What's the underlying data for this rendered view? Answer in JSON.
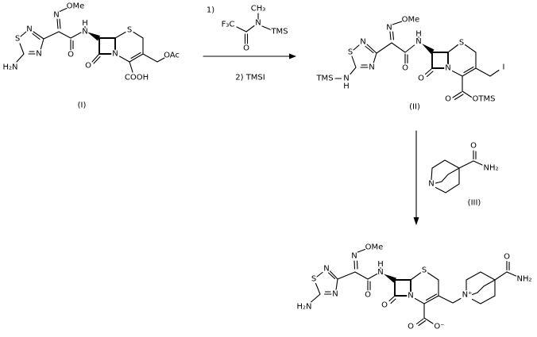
{
  "scheme": {
    "compounds": {
      "I": "(I)",
      "II": "(II)",
      "III": "(III)"
    },
    "reagents": {
      "step1": "1)",
      "step2": "2) TMSI"
    },
    "atoms": {
      "S": "S",
      "N": "N",
      "O": "O",
      "H": "H",
      "I": "I",
      "OMe": "OMe",
      "OAc": "OAc",
      "COOH": "COOH",
      "TMS": "TMS",
      "OTMS": "OTMS",
      "H2N": "H₂N",
      "NH2": "NH₂",
      "CH3": "CH₃",
      "F3C": "F₃C",
      "N_plus": "N⁺",
      "O_minus": "O⁻"
    },
    "colors": {
      "ink": "#000000",
      "background": "#ffffff"
    }
  }
}
